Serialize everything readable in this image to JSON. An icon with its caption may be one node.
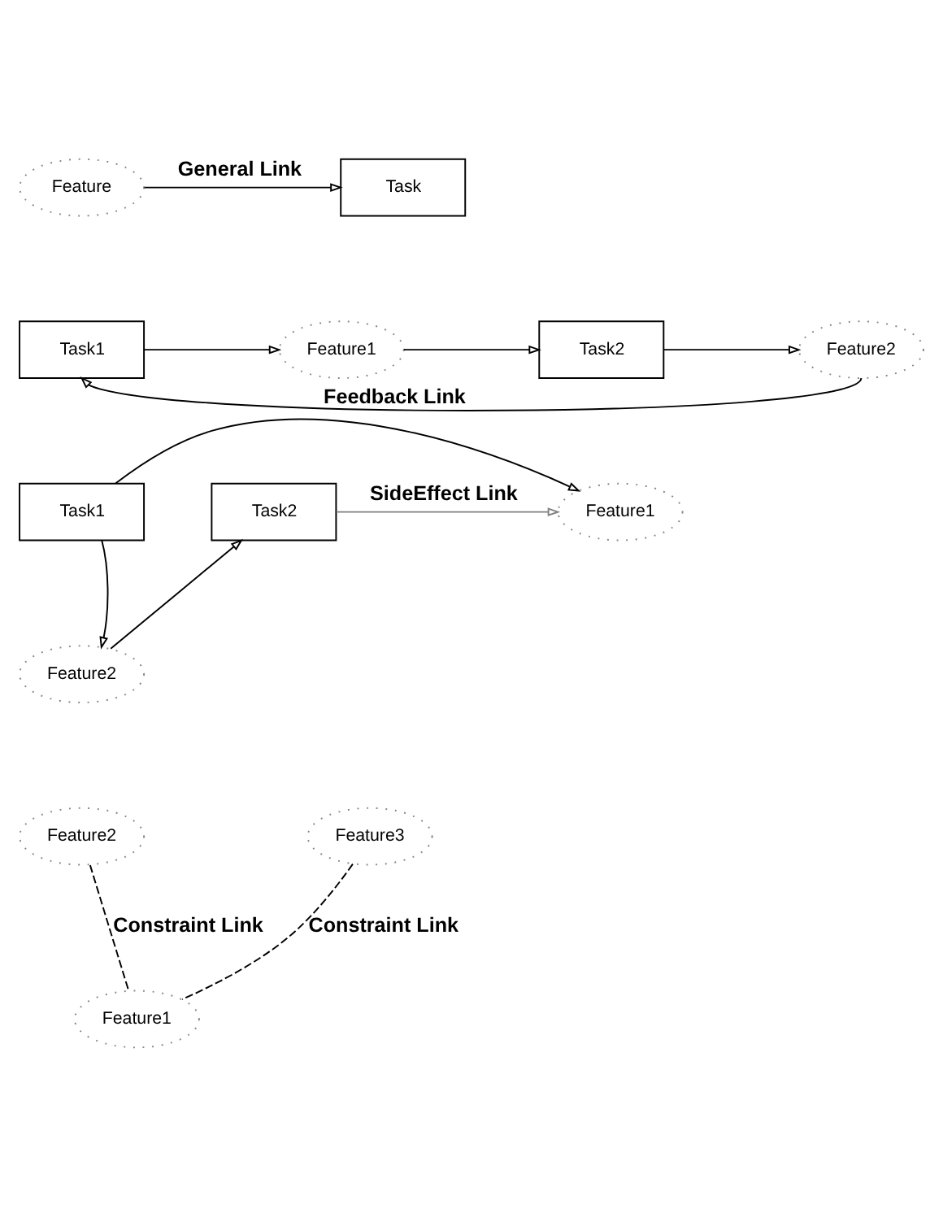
{
  "diagram": {
    "nodes": [
      {
        "text": [
          "Feature"
        ]
      },
      {
        "text": [
          "Task"
        ]
      },
      {
        "text": [
          "Task1"
        ]
      },
      {
        "text": [
          "Feature1"
        ]
      },
      {
        "text": [
          "Task2"
        ]
      },
      {
        "text": [
          "Feature2"
        ]
      },
      {
        "text": [
          "Task1"
        ]
      },
      {
        "text": [
          "Feature1"
        ]
      },
      {
        "text": [
          "Task2"
        ]
      },
      {
        "text": [
          "Feature2"
        ]
      },
      {
        "text": [
          "Feature2"
        ]
      },
      {
        "text": [
          "Feature3"
        ]
      },
      {
        "text": [
          "Feature1"
        ]
      }
    ],
    "edges": [
      {
        "from": 0,
        "to": 1,
        "arrow": "to",
        "label": "General Link"
      },
      {
        "from": 2,
        "to": 3,
        "arrow": "to"
      },
      {
        "from": 3,
        "to": 4,
        "arrow": "to"
      },
      {
        "from": 4,
        "to": 5,
        "arrow": "to"
      },
      {
        "from": 5,
        "to": 2,
        "arrow": "to",
        "label": "Feedback Link"
      },
      {
        "from": 6,
        "to": 7,
        "arrow": "to"
      },
      {
        "from": 6,
        "to": 9,
        "arrow": "to"
      },
      {
        "from": 9,
        "to": 8,
        "arrow": "to"
      },
      {
        "from": 8,
        "to": 7,
        "arrow": "to",
        "label": "SideEffect Link",
        "color": "#808080"
      },
      {
        "from": 10,
        "to": 12,
        "arrow": "none",
        "label": "Constraint Link",
        "style": "dashed"
      },
      {
        "from": 11,
        "to": 12,
        "arrow": "none",
        "label": "Constraint Link",
        "style": "dashed"
      }
    ]
  }
}
